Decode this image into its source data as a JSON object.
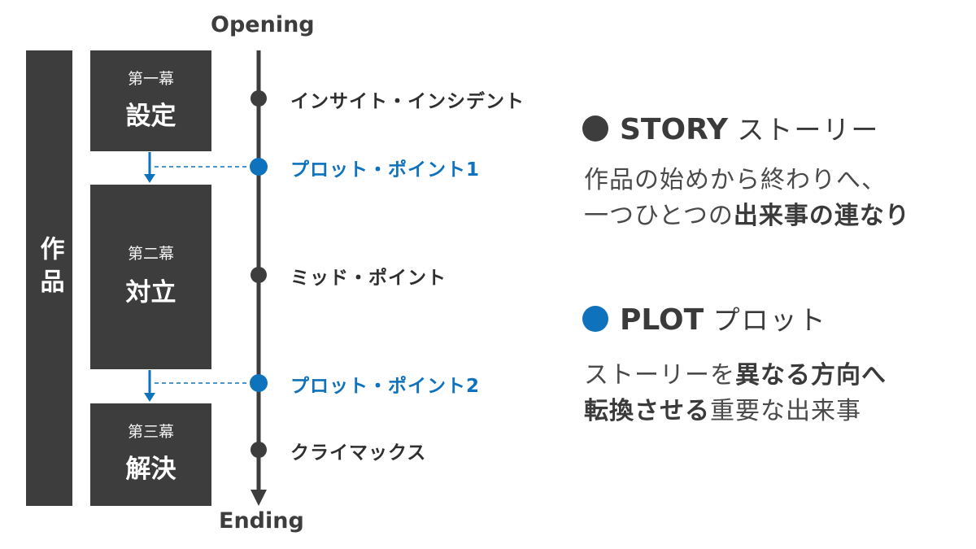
{
  "work_label": "作品",
  "acts": [
    {
      "number": "第一幕",
      "name": "設定"
    },
    {
      "number": "第二幕",
      "name": "対立"
    },
    {
      "number": "第三幕",
      "name": "解決"
    }
  ],
  "timeline": {
    "start_label": "Opening",
    "end_label": "Ending",
    "events": [
      {
        "label": "インサイト・インシデント",
        "type": "story"
      },
      {
        "label": "プロット・ポイント1",
        "type": "plot"
      },
      {
        "label": "ミッド・ポイント",
        "type": "story"
      },
      {
        "label": "プロット・ポイント2",
        "type": "plot"
      },
      {
        "label": "クライマックス",
        "type": "story"
      }
    ]
  },
  "legend": {
    "story": {
      "title_en": "STORY",
      "title_jp": "ストーリー",
      "desc_line1": "作品の始めから終わりへ、",
      "desc_line2_plain": "一つひとつの",
      "desc_line2_bold": "出来事の連なり"
    },
    "plot": {
      "title_en": "PLOT",
      "title_jp": "プロット",
      "desc_line1_plain": "ストーリーを",
      "desc_line1_bold": "異なる方向へ",
      "desc_line2_bold": "転換させる",
      "desc_line2_plain": "重要な出来事"
    }
  },
  "colors": {
    "dark": "#3d3d3d",
    "accent_blue": "#0e72bd"
  }
}
